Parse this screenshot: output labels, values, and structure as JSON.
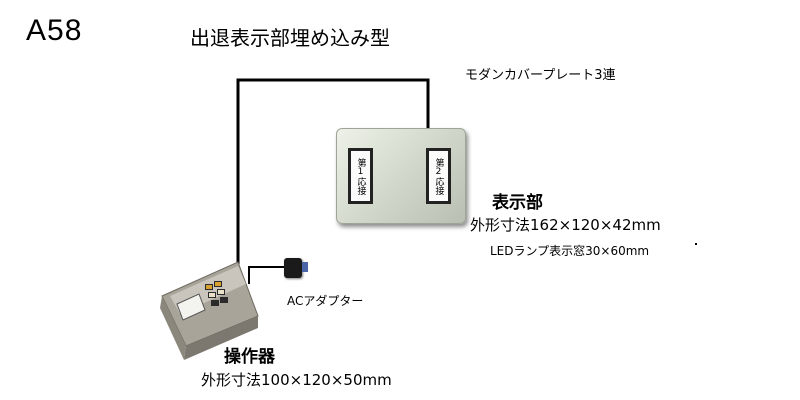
{
  "header": {
    "code": "A58",
    "title": "出退表示部埋め込み型"
  },
  "display_unit": {
    "plate_label": "モダンカバープレート3連",
    "window1_text": "第1応接",
    "window2_text": "第2応接",
    "name": "表示部",
    "size": "外形寸法162×120×42mm",
    "led": "LEDランプ表示窓30×60mm"
  },
  "adapter": {
    "label": "ACアダプター"
  },
  "operator": {
    "name": "操作器",
    "size": "外形寸法100×120×50mm"
  }
}
